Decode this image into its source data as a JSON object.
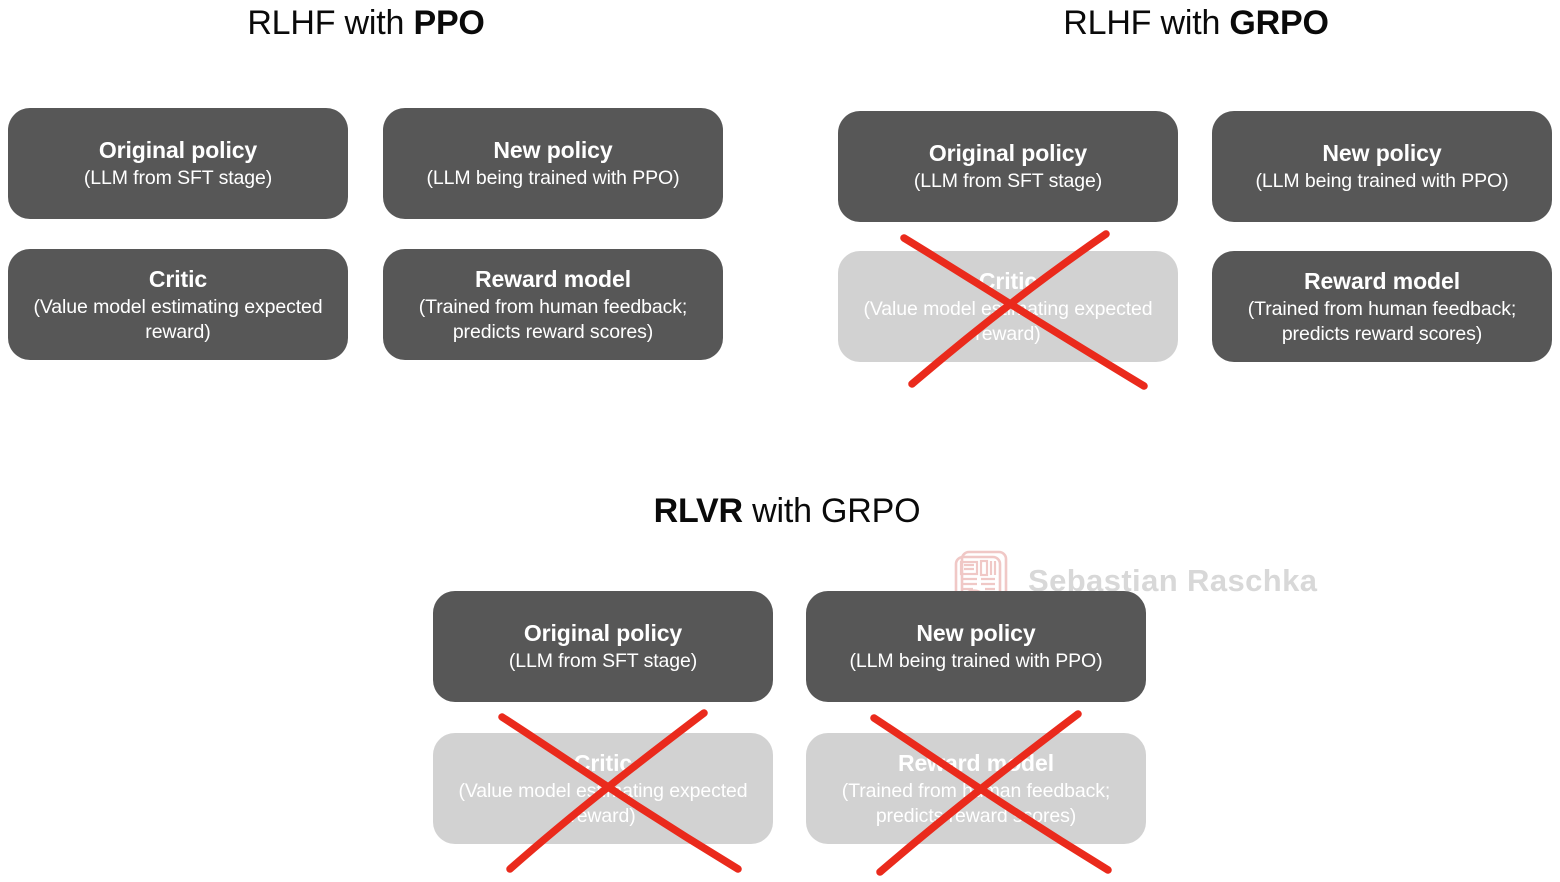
{
  "sections": [
    {
      "id": "ppo",
      "title_plain": "RLHF with ",
      "title_bold": "PPO",
      "boxes": [
        {
          "title": "Original policy",
          "sub": "(LLM from SFT stage)",
          "state": "active",
          "crossed": false
        },
        {
          "title": "New policy",
          "sub": "(LLM being trained with PPO)",
          "state": "active",
          "crossed": false
        },
        {
          "title": "Critic",
          "sub": "(Value model estimating expected reward)",
          "state": "active",
          "crossed": false
        },
        {
          "title": "Reward model",
          "sub": "(Trained from human feedback; predicts reward scores)",
          "state": "active",
          "crossed": false
        }
      ]
    },
    {
      "id": "grpo",
      "title_plain": "RLHF with ",
      "title_bold": "GRPO",
      "boxes": [
        {
          "title": "Original policy",
          "sub": "(LLM from SFT stage)",
          "state": "active",
          "crossed": false
        },
        {
          "title": "New policy",
          "sub": "(LLM being trained with PPO)",
          "state": "active",
          "crossed": false
        },
        {
          "title": "Critic",
          "sub": "(Value model estimating expected reward)",
          "state": "disabled",
          "crossed": true
        },
        {
          "title": "Reward model",
          "sub": "(Trained from human feedback; predicts reward scores)",
          "state": "active",
          "crossed": false
        }
      ]
    },
    {
      "id": "rlvr",
      "title_bold": "RLVR",
      "title_plain": " with GRPO",
      "boxes": [
        {
          "title": "Original policy",
          "sub": "(LLM from SFT stage)",
          "state": "active",
          "crossed": false
        },
        {
          "title": "New policy",
          "sub": "(LLM being trained with PPO)",
          "state": "active",
          "crossed": false
        },
        {
          "title": "Critic",
          "sub": "(Value model estimating expected reward)",
          "state": "disabled",
          "crossed": true
        },
        {
          "title": "Reward model",
          "sub": "(Trained from human feedback; predicts reward scores)",
          "state": "disabled",
          "crossed": true
        }
      ]
    }
  ],
  "watermark": {
    "text": "Sebastian Raschka",
    "seal_icon": "seal-stamp-icon"
  },
  "colors": {
    "box_active": "#575757",
    "box_disabled": "#d2d2d2",
    "cross_red": "#ea2a1c",
    "title_text": "#0a0a0a",
    "box_text": "#ffffff",
    "watermark_text": "#d8d8d8",
    "background": "#ffffff"
  }
}
